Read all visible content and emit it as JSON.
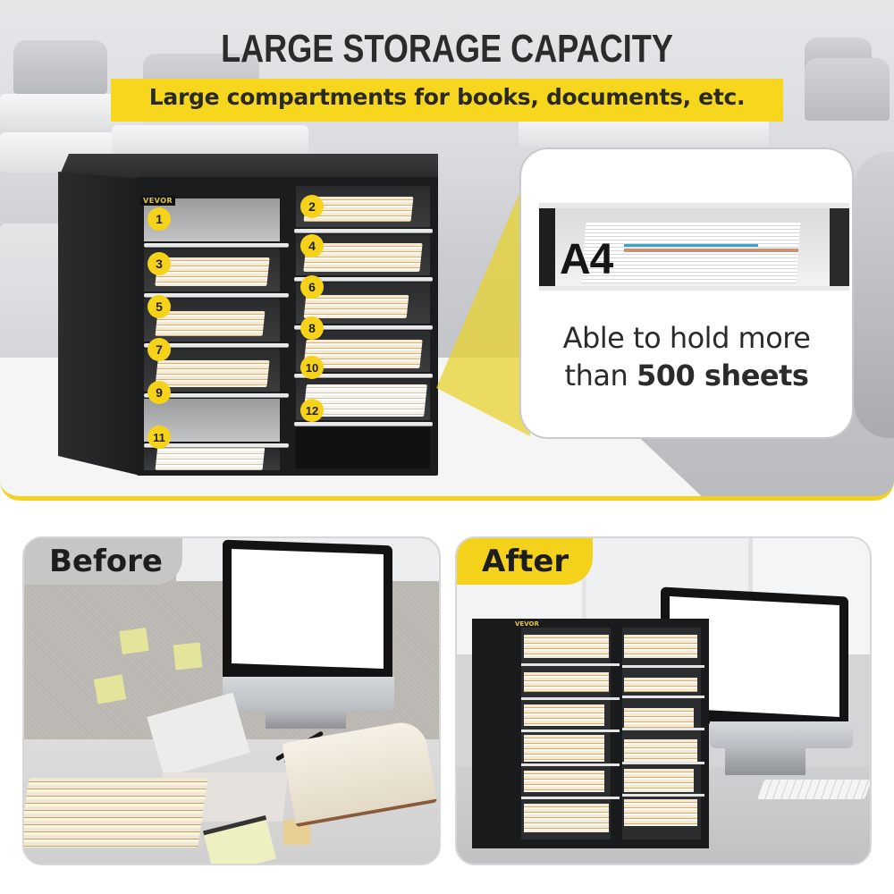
{
  "headline": "LARGE STORAGE CAPACITY",
  "subheadline": "Large compartments for books, documents, etc.",
  "organizer": {
    "brand": "VEVOR",
    "compartment_labels": [
      "1",
      "2",
      "3",
      "4",
      "5",
      "6",
      "7",
      "8",
      "9",
      "10",
      "11",
      "12"
    ]
  },
  "callout": {
    "paper_size_label": "A4",
    "text_regular": "Able to hold more than ",
    "line1": "Able to hold more",
    "line2_prefix": "than ",
    "line2_bold": "500 sheets"
  },
  "comparison": {
    "before_label": "Before",
    "after_label": "After",
    "after_brand": "VEVOR"
  },
  "colors": {
    "accent_yellow": "#f7d71d",
    "text_dark": "#2b2b2b",
    "organizer_black": "#1b1c1e",
    "before_tag": "#c6c6c6"
  }
}
